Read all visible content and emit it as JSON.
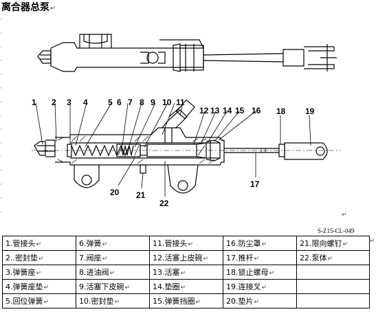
{
  "title": "离合器总泵",
  "figure": {
    "callouts": [
      "1",
      "2",
      "3",
      "4",
      "5",
      "6",
      "7",
      "8",
      "9",
      "10",
      "11",
      "12",
      "13",
      "14",
      "15",
      "16",
      "17",
      "18",
      "19",
      "20",
      "21",
      "22"
    ],
    "reference": "S-Z15-CL-049"
  },
  "parts": [
    [
      "1.管接头",
      "6.弹簧",
      "11.管接头",
      "16.防尘罩",
      "21.限向螺钉"
    ],
    [
      "2..密封垫",
      "7.阀座",
      "12.活塞上皮碗",
      "17.推杆",
      "22.泵体"
    ],
    [
      "3.弹簧座",
      "8.进油阀",
      "13.活塞",
      "18.锁止螺母",
      ""
    ],
    [
      "4.弹簧座垫",
      "9.活塞下皮碗",
      "14.垫圈",
      "19.连接叉",
      ""
    ],
    [
      "5.回位弹簧",
      "10.密封垫",
      "15.弹簧挡圈",
      "20.垫片",
      ""
    ]
  ]
}
